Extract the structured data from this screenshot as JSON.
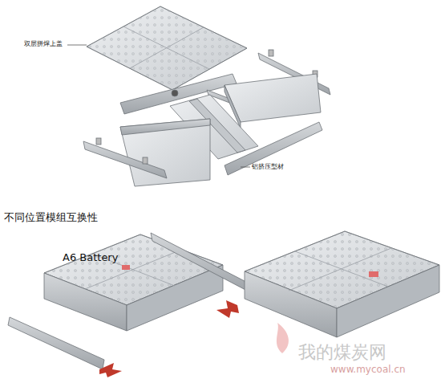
{
  "diagram": {
    "labels": [
      "双层拼焊上盖",
      "铝挤压型材",
      "不同位置模组互换性",
      "A6 Battery",
      "我的煤炭网",
      "www.mycoal.cn"
    ]
  }
}
